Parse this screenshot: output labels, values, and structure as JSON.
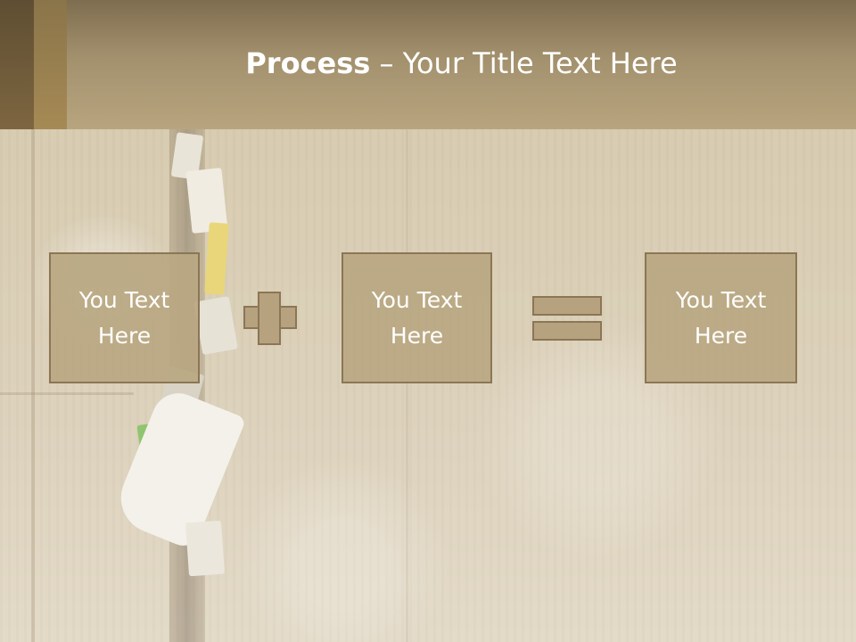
{
  "title": {
    "bold": "Process",
    "rest": " – Your Title Text Here"
  },
  "boxes": [
    {
      "text": "You Text\nHere"
    },
    {
      "text": "You Text\nHere"
    },
    {
      "text": "You Text\nHere"
    }
  ],
  "operators": [
    "plus",
    "equals"
  ],
  "colors": {
    "header": "#b09e78",
    "box_fill": "#b9a781",
    "box_border": "#8b7655",
    "text": "#ffffff"
  }
}
